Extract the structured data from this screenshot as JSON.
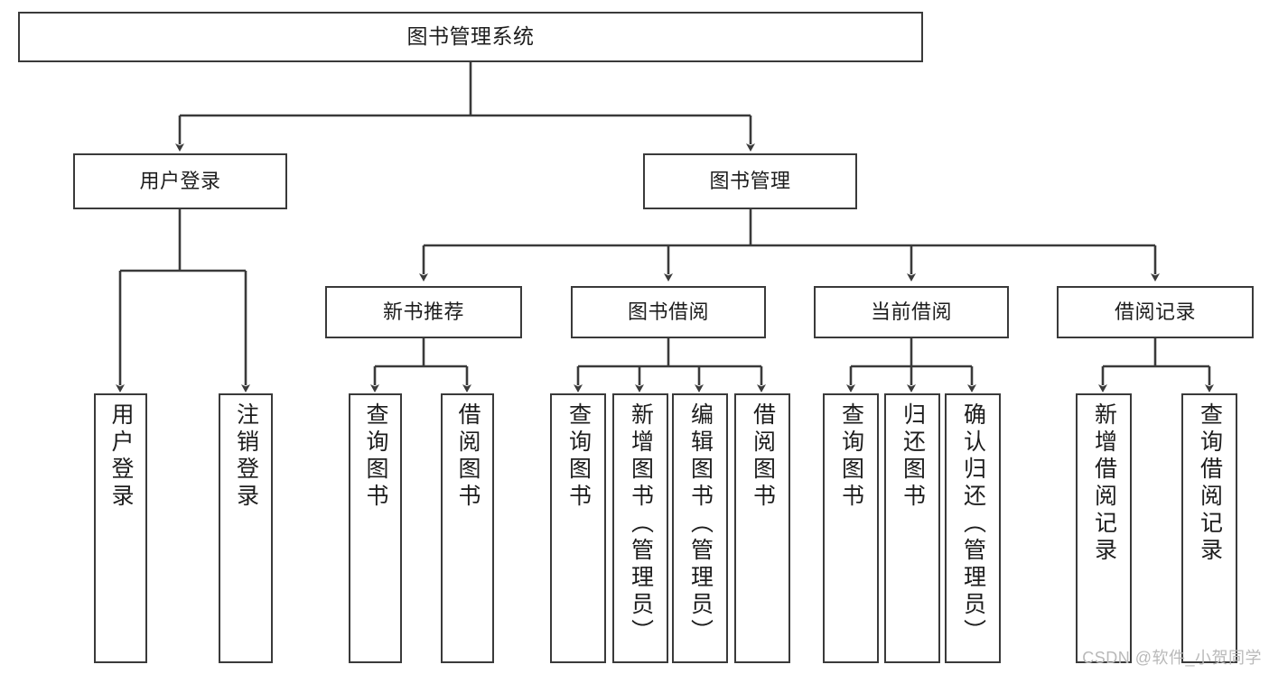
{
  "diagram": {
    "title": "图书管理系统",
    "watermark": "CSDN @软件_小贺同学",
    "line_color": "#3a3a3a",
    "text_color": "#1d1d1d",
    "background": "#ffffff",
    "root": {
      "label": "图书管理系统"
    },
    "level1": [
      {
        "label": "用户登录"
      },
      {
        "label": "图书管理"
      }
    ],
    "level2": [
      {
        "label": "新书推荐"
      },
      {
        "label": "图书借阅"
      },
      {
        "label": "当前借阅"
      },
      {
        "label": "借阅记录"
      }
    ],
    "leaves": [
      {
        "label": "用户登录"
      },
      {
        "label": "注销登录"
      },
      {
        "label": "查询图书"
      },
      {
        "label": "借阅图书"
      },
      {
        "label": "查询图书"
      },
      {
        "label": "新增图书（管理员）"
      },
      {
        "label": "编辑图书（管理员）"
      },
      {
        "label": "借阅图书"
      },
      {
        "label": "查询图书"
      },
      {
        "label": "归还图书"
      },
      {
        "label": "确认归还（管理员）"
      },
      {
        "label": "新增借阅记录"
      },
      {
        "label": "查询借阅记录"
      }
    ]
  }
}
